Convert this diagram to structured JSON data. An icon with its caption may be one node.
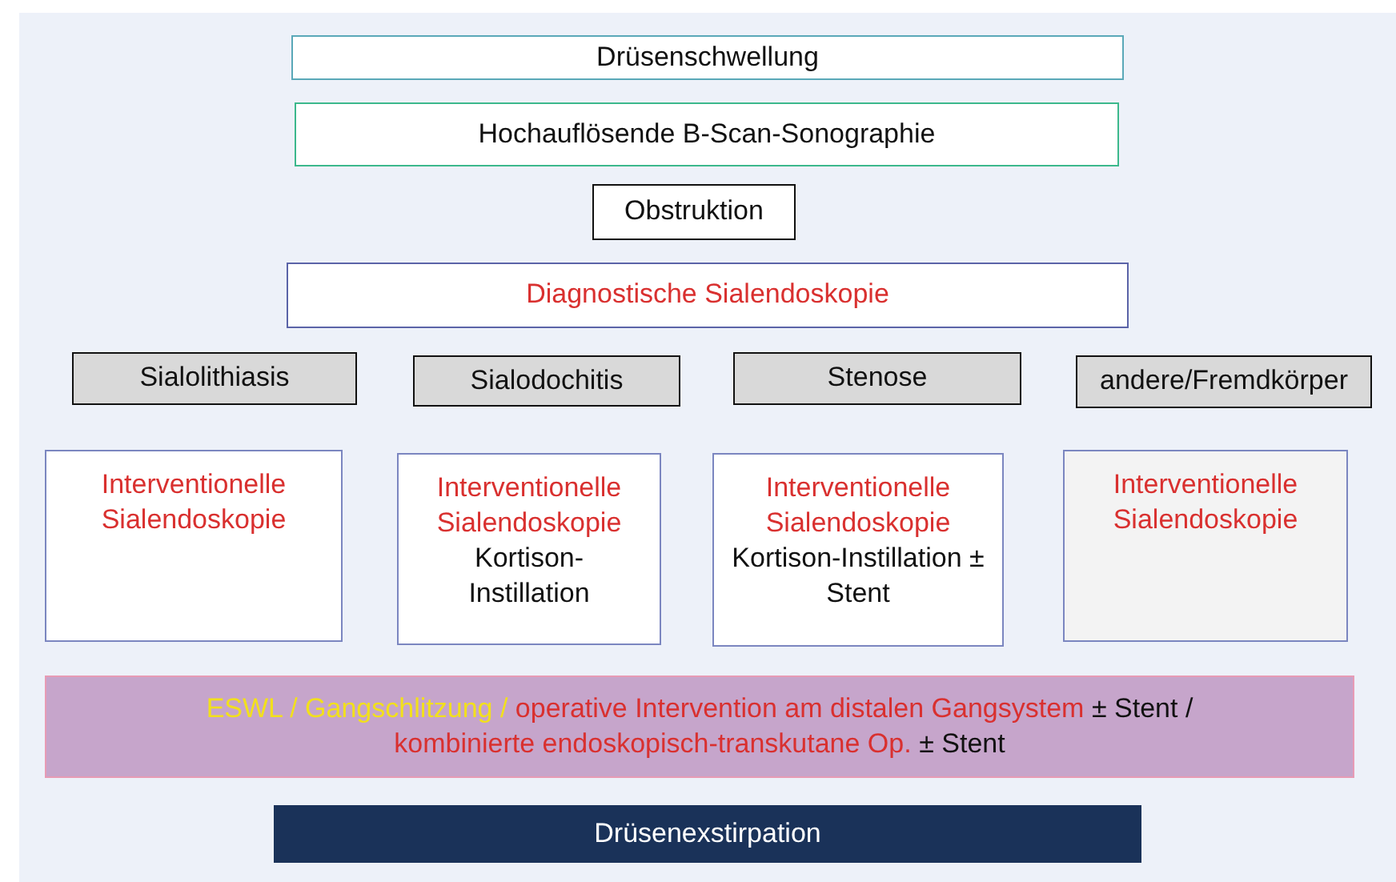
{
  "diagram": {
    "nodes": [
      {
        "text": [
          "Drüsenschwellung"
        ]
      },
      {
        "text": [
          "Hochauflösende B-Scan-Sonographie"
        ]
      },
      {
        "text": [
          "Obstruktion"
        ]
      },
      {
        "text": [
          "Diagnostische Sialendoskopie"
        ]
      },
      {
        "text": [
          "Sialolithiasis"
        ]
      },
      {
        "text": [
          "Sialodochitis"
        ]
      },
      {
        "text": [
          "Stenose"
        ]
      },
      {
        "text": [
          "andere/Fremdkörper"
        ]
      },
      {
        "text": [
          "Interventionelle Sialendoskopie"
        ]
      },
      {
        "text": [
          "Interventionelle Sialendoskopie",
          "Kortison-Instillation"
        ]
      },
      {
        "text": [
          "Interventionelle Sialendoskopie",
          "Kortison-Instillation ± Stent"
        ]
      },
      {
        "text": [
          "Interventionelle Sialendoskopie"
        ]
      },
      {
        "text": [
          "ESWL / Gangschlitzung /",
          "operative Intervention am distalen Gangsystem",
          "± Stent /",
          "kombinierte endoskopisch-transkutane Op.",
          "± Stent"
        ]
      },
      {
        "text": [
          "Drüsenexstirpation"
        ]
      }
    ]
  }
}
